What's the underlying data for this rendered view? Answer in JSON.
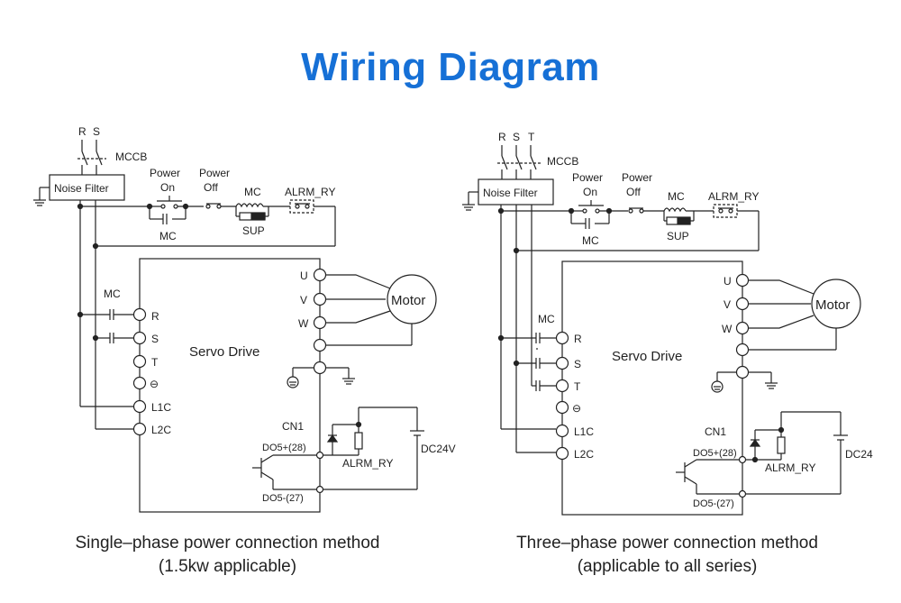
{
  "title": "Wiring Diagram",
  "accent_color": "#1670d6",
  "left": {
    "input_labels": [
      "R",
      "S"
    ],
    "mccb": "MCCB",
    "noise_filter": "Noise Filter",
    "power_on": [
      "Power",
      "On"
    ],
    "power_off": [
      "Power",
      "Off"
    ],
    "mc": "MC",
    "alrm_ry": "ALRM_RY",
    "sup": "SUP",
    "mc_coil": "MC",
    "mc_contact": "MC",
    "servo_drive": "Servo Drive",
    "terminals": [
      "R",
      "S",
      "T",
      "⊖",
      "L1C",
      "L2C"
    ],
    "motor_terminals": [
      "U",
      "V",
      "W"
    ],
    "motor": "Motor",
    "cn1": "CN1",
    "do5_plus": "DO5+(28)",
    "do5_minus": "DO5-(27)",
    "relay": "ALRM_RY",
    "dc": "DC24V",
    "caption": [
      "Single–phase power connection method",
      "(1.5kw applicable)"
    ]
  },
  "right": {
    "input_labels": [
      "R",
      "S",
      "T"
    ],
    "mccb": "MCCB",
    "noise_filter": "Noise Filter",
    "power_on": [
      "Power",
      "On"
    ],
    "power_off": [
      "Power",
      "Off"
    ],
    "mc": "MC",
    "alrm_ry": "ALRM_RY",
    "sup": "SUP",
    "mc_coil": "MC",
    "mc_contact": "MC",
    "servo_drive": "Servo Drive",
    "terminals": [
      "R",
      "S",
      "T",
      "⊖",
      "L1C",
      "L2C"
    ],
    "motor_terminals": [
      "U",
      "V",
      "W"
    ],
    "motor": "Motor",
    "cn1": "CN1",
    "do5_plus": "DO5+(28)",
    "do5_minus": "DO5-(27)",
    "relay": "ALRM_RY",
    "dc": "DC24",
    "caption": [
      "Three–phase power connection method",
      "(applicable to all series)"
    ]
  }
}
